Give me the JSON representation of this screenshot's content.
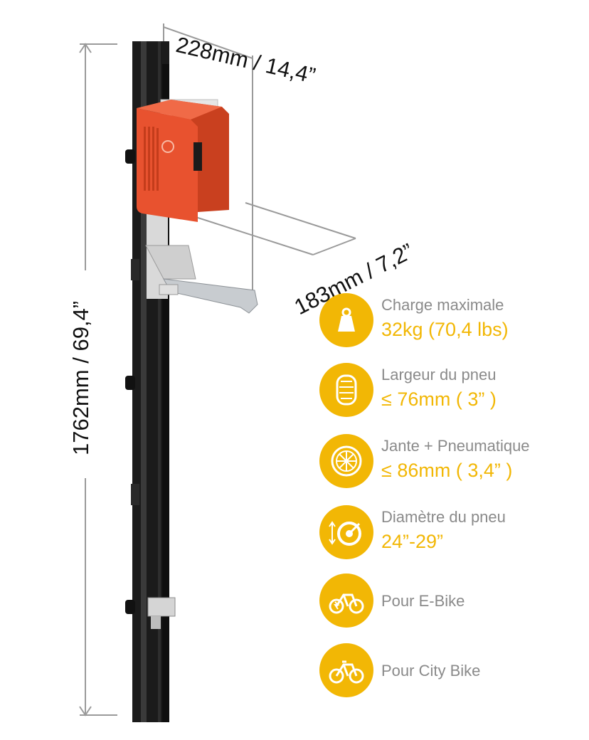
{
  "dimensions": {
    "width": "228mm / 14,4”",
    "depth": "183mm / 7,2”",
    "height": "1762mm / 69,4”"
  },
  "specs": [
    {
      "icon": "weight-icon",
      "label": "Charge maximale",
      "value": "32kg (70,4 lbs)"
    },
    {
      "icon": "tire-icon",
      "label": "Largeur du pneu",
      "value": "≤ 76mm ( 3” )"
    },
    {
      "icon": "rim-wheel-icon",
      "label": "Jante + Pneumatique",
      "value": "≤ 86mm ( 3,4” )"
    },
    {
      "icon": "wheel-diameter-icon",
      "label": "Diamètre du pneu",
      "value": "24”-29”"
    },
    {
      "icon": "ebike-icon",
      "label": "Pour E-Bike"
    },
    {
      "icon": "city-bike-icon",
      "label": "Pour City Bike"
    }
  ],
  "colors": {
    "accent": "#f2b705",
    "device": "#e8522f",
    "rail": "#1b1b1b",
    "label": "#8a8a8a"
  }
}
